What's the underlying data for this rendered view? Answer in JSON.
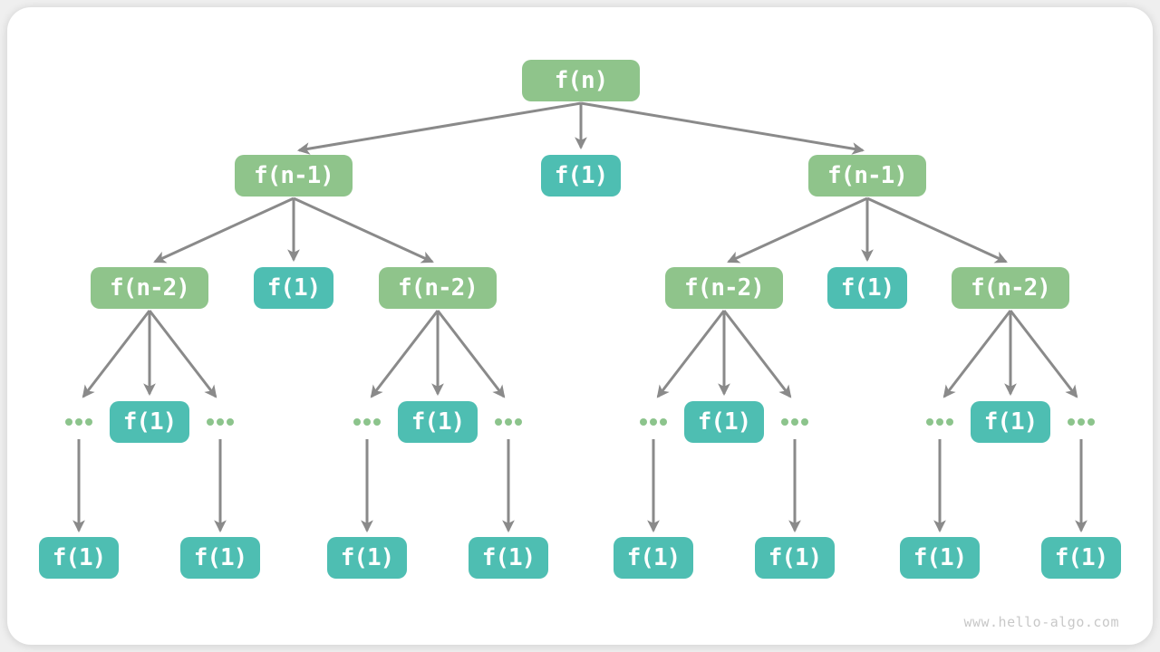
{
  "tree": {
    "root_label": "f(n)",
    "level2_labels": [
      "f(n-1)",
      "f(1)",
      "f(n-1)"
    ],
    "level3_labels": [
      "f(n-2)",
      "f(1)",
      "f(n-2)",
      "f(n-2)",
      "f(1)",
      "f(n-2)"
    ],
    "level4_f1_labels": [
      "f(1)",
      "f(1)",
      "f(1)",
      "f(1)"
    ],
    "ellipsis": "...",
    "level5_labels": [
      "f(1)",
      "f(1)",
      "f(1)",
      "f(1)",
      "f(1)",
      "f(1)",
      "f(1)",
      "f(1)"
    ]
  },
  "colors": {
    "green_node": "#8FC48B",
    "teal_node": "#4EBEB2",
    "ellipsis_dots": "#8CC48C",
    "arrow": "#8A8A8A",
    "node_text": "#FFFFFF",
    "watermark_text": "#C8C8C8",
    "card_background": "#FFFFFF"
  },
  "footer": {
    "watermark": "www.hello-algo.com"
  }
}
